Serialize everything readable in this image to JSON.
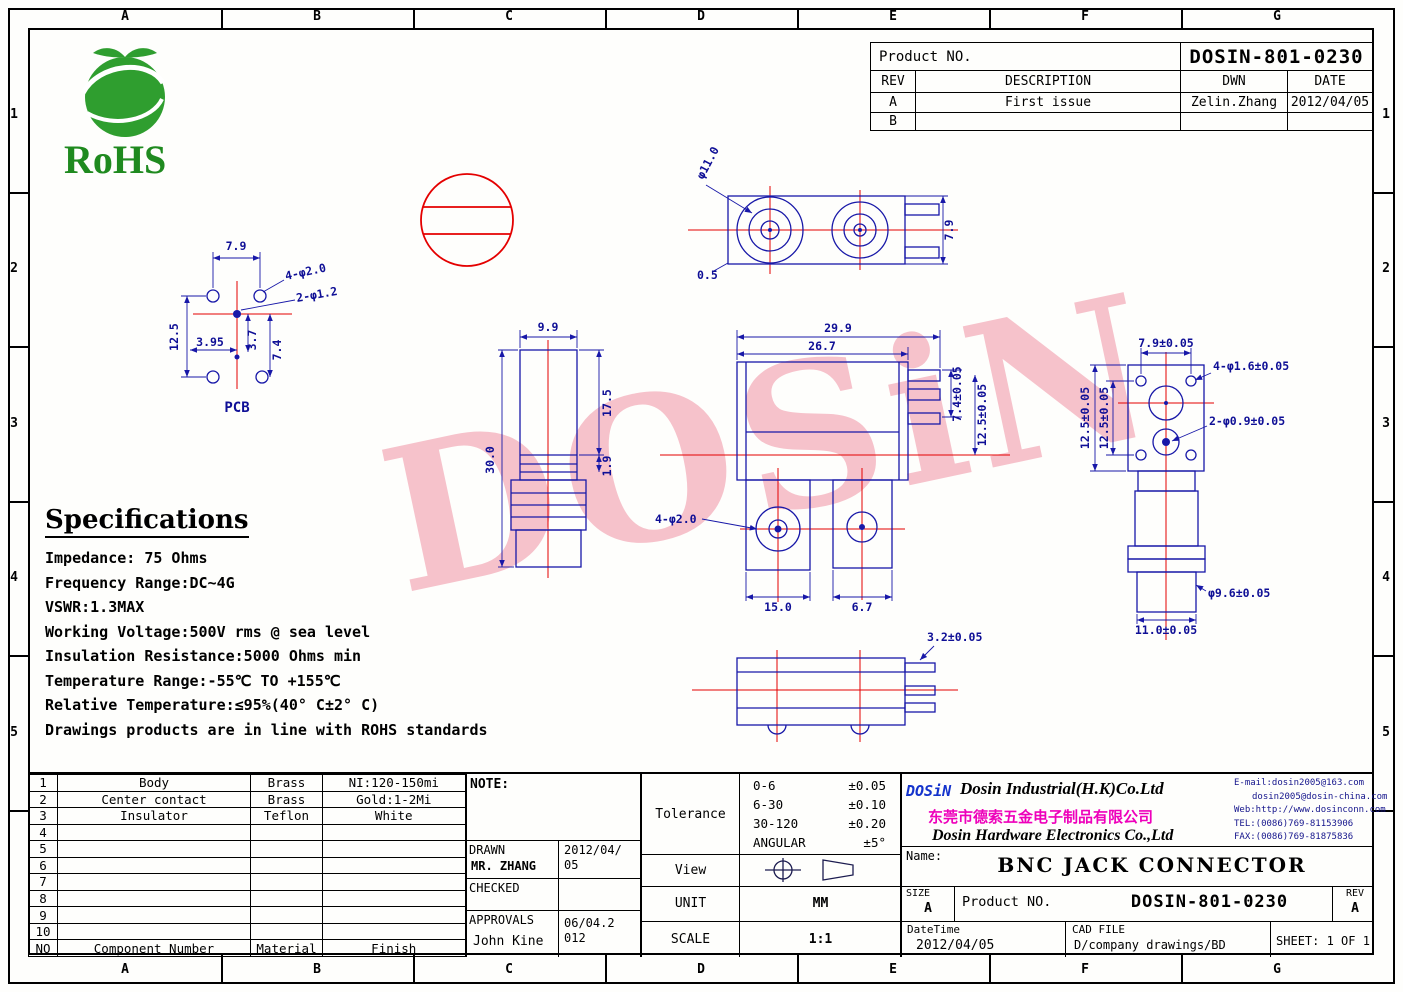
{
  "frame": {
    "columns": [
      "A",
      "B",
      "C",
      "D",
      "E",
      "F",
      "G"
    ],
    "rows": [
      "1",
      "2",
      "3",
      "4",
      "5"
    ]
  },
  "rohs_label": "RoHS",
  "title_header": {
    "product_no_label": "Product NO.",
    "product_no": "DOSIN-801-0230",
    "col_rev": "REV",
    "col_description": "DESCRIPTION",
    "col_dwn": "DWN",
    "col_date": "DATE",
    "rows": [
      {
        "rev": "A",
        "description": "First issue",
        "dwn": "Zelin.Zhang",
        "date": "2012/04/05"
      },
      {
        "rev": "B",
        "description": "",
        "dwn": "",
        "date": ""
      }
    ]
  },
  "specifications": {
    "title": "Specifications",
    "lines": [
      "Impedance: 75 Ohms",
      "Frequency Range:DC~4G",
      "VSWR:1.3MAX",
      "Working Voltage:500V rms @ sea level",
      "Insulation Resistance:5000 Ohms min",
      "Temperature Range:-55℃ TO +155℃",
      "Relative Temperature:≤95%(40° C±2° C)",
      "Drawings products are in line with ROHS standards"
    ]
  },
  "drawing": {
    "pcb": {
      "label": "PCB",
      "dim_width": "7.9",
      "dim_holes": "4-φ2.0",
      "dim_center": "2-φ1.2",
      "dim_height": "12.5",
      "dim_offset_x": "3.95",
      "dim_offset_y1": "3.7",
      "dim_offset_y2": "7.4"
    },
    "top": {
      "dim_dia": "φ11.0",
      "dim_height": "7.9",
      "dim_edge": "0.5"
    },
    "side": {
      "dim_width": "9.9",
      "dim_height": "30.0",
      "dim_upper": "17.5",
      "dim_step": "1.9"
    },
    "front": {
      "dim_overall": "29.9",
      "dim_body": "26.7",
      "dim_pin_span": "7.4±0.05",
      "dim_pitch": "12.5±0.05",
      "dim_holes": "4-φ2.0",
      "dim_left": "15.0",
      "dim_right": "6.7"
    },
    "right": {
      "dim_hole_pitch_x": "7.9±0.05",
      "dim_holes": "4-φ1.6±0.05",
      "dim_center_holes": "2-φ0.9±0.05",
      "dim_hole_pitch_y": "12.5±0.05",
      "dim_flange": "12.5±0.05",
      "dim_dia": "φ9.6±0.05",
      "dim_width": "11.0±0.05"
    },
    "bottom": {
      "dim_pin": "3.2±0.05"
    }
  },
  "watermark": "DOSiN",
  "parts_table": {
    "rows": [
      {
        "no": "1",
        "component": "Body",
        "material": "Brass",
        "finish": "NI:120-150mi"
      },
      {
        "no": "2",
        "component": "Center contact",
        "material": "Brass",
        "finish": "Gold:1-2Mi"
      },
      {
        "no": "3",
        "component": "Insulator",
        "material": "Teflon",
        "finish": "White"
      },
      {
        "no": "4",
        "component": "",
        "material": "",
        "finish": ""
      },
      {
        "no": "5",
        "component": "",
        "material": "",
        "finish": ""
      },
      {
        "no": "6",
        "component": "",
        "material": "",
        "finish": ""
      },
      {
        "no": "7",
        "component": "",
        "material": "",
        "finish": ""
      },
      {
        "no": "8",
        "component": "",
        "material": "",
        "finish": ""
      },
      {
        "no": "9",
        "component": "",
        "material": "",
        "finish": ""
      },
      {
        "no": "10",
        "component": "",
        "material": "",
        "finish": ""
      }
    ],
    "footer": {
      "no": "NO",
      "component": "Component Number",
      "material": "Material",
      "finish": "Finish"
    }
  },
  "note": {
    "label": "NOTE:"
  },
  "tolerance": {
    "label": "Tolerance",
    "rows": [
      {
        "range": "0-6",
        "value": "±0.05"
      },
      {
        "range": "6-30",
        "value": "±0.10"
      },
      {
        "range": "30-120",
        "value": "±0.20"
      },
      {
        "range": "ANGULAR",
        "value": "±5°"
      }
    ]
  },
  "approval": {
    "drawn_label": "DRAWN",
    "drawn_name": "MR. ZHANG",
    "drawn_date": "2012/04/05",
    "checked_label": "CHECKED",
    "approvals_label": "APPROVALS",
    "approvals_name": "John Kine",
    "approvals_date": "06/04.2012"
  },
  "view_row": {
    "label": "View"
  },
  "unit_row": {
    "label": "UNIT",
    "value": "MM"
  },
  "scale_row": {
    "label": "SCALE",
    "value": "1:1"
  },
  "company": {
    "logo": "DOSiN",
    "name_en1": "Dosin Industrial(H.K)Co.Ltd",
    "name_cn": "东莞市德索五金电子制品有限公司",
    "name_en2": "Dosin Hardware Electronics Co.,Ltd",
    "email1": "E-mail:dosin2005@163.com",
    "email2": "dosin2005@dosin-china.com",
    "web": "Web:http://www.dosinconn.com",
    "tel": "TEL:(0086)769-81153906",
    "fax": "FAX:(0086)769-81875836"
  },
  "title_block": {
    "name_label": "Name:",
    "name": "BNC JACK CONNECTOR",
    "size_label": "SIZE",
    "size": "A",
    "product_label": "Product NO.",
    "product": "DOSIN-801-0230",
    "rev_label": "REV",
    "rev": "A",
    "datetime_label": "DateTime",
    "datetime": "2012/04/05",
    "cadfile_label": "CAD FILE",
    "cadfile": "D/company drawings/BD",
    "sheet": "SHEET: 1 OF 1"
  }
}
